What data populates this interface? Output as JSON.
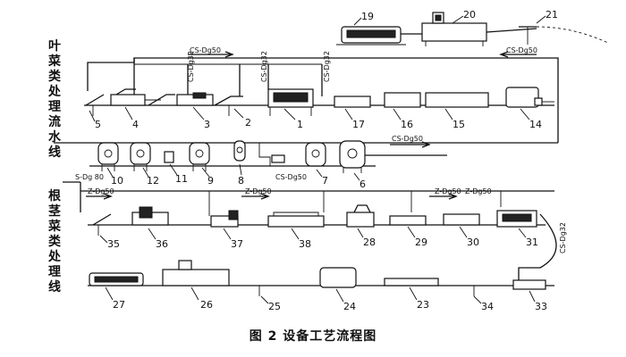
{
  "section_labels": {
    "leafy": "叶菜类处理流水线",
    "root": "根茎菜类处理线"
  },
  "caption": "图 2 设备工艺流程图",
  "pipe_labels": {
    "cs_top": "CS-Dg50",
    "cs_right": "CS-Dg50",
    "cs_v1": "CS-Dg32",
    "cs_v2": "CS-Dg32",
    "cs_v3": "CS-Dg32",
    "cs_mid": "CS-Dg50",
    "s_dg": "S-Dg 80",
    "cs_tank": "CS-Dg50",
    "z1": "Z-Dg50",
    "z2": "Z-Dg50",
    "z3": "Z-Dg50",
    "z4": "Z-Dg50",
    "cs_loop": "CS-Dg32"
  },
  "equipment_numbers": {
    "n1": "1",
    "n2": "2",
    "n3": "3",
    "n4": "4",
    "n5": "5",
    "n6": "6",
    "n7": "7",
    "n8": "8",
    "n9": "9",
    "n10": "10",
    "n11": "11",
    "n12": "12",
    "n14": "14",
    "n15": "15",
    "n16": "16",
    "n17": "17",
    "n19": "19",
    "n20": "20",
    "n21": "21",
    "n23": "23",
    "n24": "24",
    "n25": "25",
    "n26": "26",
    "n27": "27",
    "n28": "28",
    "n29": "29",
    "n30": "30",
    "n31": "31",
    "n33": "33",
    "n34": "34",
    "n35": "35",
    "n36": "36",
    "n37": "37",
    "n38": "38"
  }
}
